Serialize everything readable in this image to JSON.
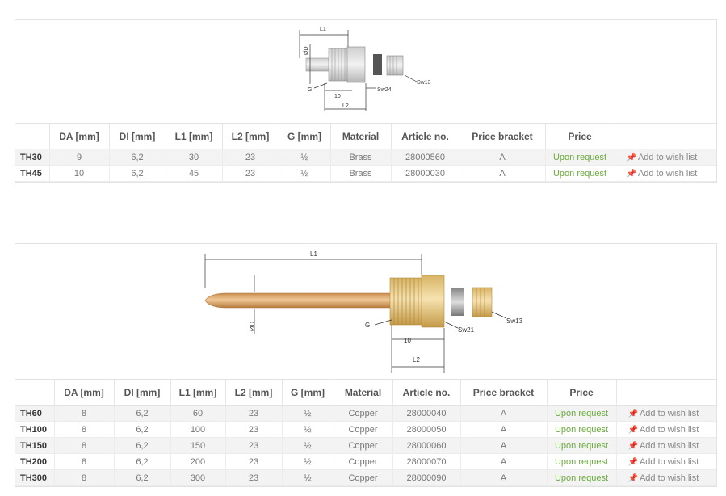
{
  "table1": {
    "figure": {
      "labels": {
        "l1": "L1",
        "od": "ØD",
        "g": "G",
        "ten": "10",
        "l2": "L2",
        "sw_large": "Sw24",
        "sw_small": "Sw13"
      }
    },
    "headers": [
      "",
      "DA [mm]",
      "DI [mm]",
      "L1 [mm]",
      "L2 [mm]",
      "G [mm]",
      "Material",
      "Article no.",
      "Price bracket",
      "Price",
      ""
    ],
    "rows": [
      {
        "name": "TH30",
        "da": "9",
        "di": "6,2",
        "l1": "30",
        "l2": "23",
        "g": "½",
        "material": "Brass",
        "article": "28000560",
        "bracket": "A",
        "price": "Upon request",
        "wish": "Add to wish list"
      },
      {
        "name": "TH45",
        "da": "10",
        "di": "6,2",
        "l1": "45",
        "l2": "23",
        "g": "½",
        "material": "Brass",
        "article": "28000030",
        "bracket": "A",
        "price": "Upon request",
        "wish": "Add to wish list"
      }
    ]
  },
  "table2": {
    "figure": {
      "labels": {
        "l1": "L1",
        "od": "ØD",
        "g": "G",
        "ten": "10",
        "l2": "L2",
        "sw_large": "Sw21",
        "sw_small": "Sw13"
      }
    },
    "headers": [
      "",
      "DA [mm]",
      "DI [mm]",
      "L1 [mm]",
      "L2 [mm]",
      "G [mm]",
      "Material",
      "Article no.",
      "Price bracket",
      "Price",
      ""
    ],
    "rows": [
      {
        "name": "TH60",
        "da": "8",
        "di": "6,2",
        "l1": "60",
        "l2": "23",
        "g": "½",
        "material": "Copper",
        "article": "28000040",
        "bracket": "A",
        "price": "Upon request",
        "wish": "Add to wish list"
      },
      {
        "name": "TH100",
        "da": "8",
        "di": "6,2",
        "l1": "100",
        "l2": "23",
        "g": "½",
        "material": "Copper",
        "article": "28000050",
        "bracket": "A",
        "price": "Upon request",
        "wish": "Add to wish list"
      },
      {
        "name": "TH150",
        "da": "8",
        "di": "6,2",
        "l1": "150",
        "l2": "23",
        "g": "½",
        "material": "Copper",
        "article": "28000060",
        "bracket": "A",
        "price": "Upon request",
        "wish": "Add to wish list"
      },
      {
        "name": "TH200",
        "da": "8",
        "di": "6,2",
        "l1": "200",
        "l2": "23",
        "g": "½",
        "material": "Copper",
        "article": "28000070",
        "bracket": "A",
        "price": "Upon request",
        "wish": "Add to wish list"
      },
      {
        "name": "TH300",
        "da": "8",
        "di": "6,2",
        "l1": "300",
        "l2": "23",
        "g": "½",
        "material": "Copper",
        "article": "28000090",
        "bracket": "A",
        "price": "Upon request",
        "wish": "Add to wish list"
      }
    ]
  },
  "icons": {
    "wish": "pushpin-icon"
  },
  "colors": {
    "price": "#6aaa3a",
    "brass": "#d9b56a",
    "copper": "#d7a46a",
    "row_alt": "#f3f3f3"
  }
}
